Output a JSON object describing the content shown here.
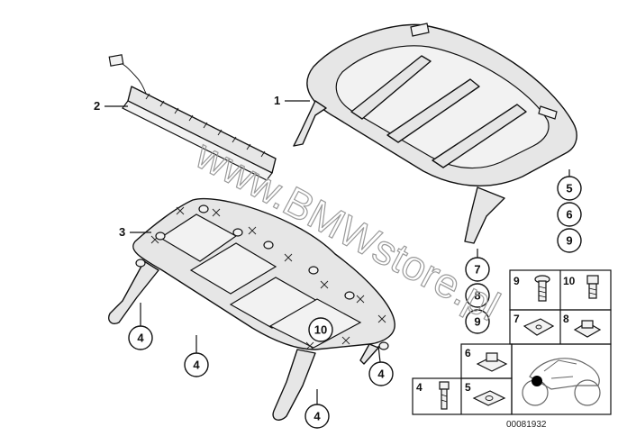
{
  "callouts": {
    "tail_rack": "1",
    "light_strip": "2",
    "base_plate": "3"
  },
  "circled": {
    "c5": "5",
    "c6": "6",
    "c9a": "9",
    "c7": "7",
    "c8": "8",
    "c9b": "9",
    "c4a": "4",
    "c4b": "4",
    "c4c": "4",
    "c4d": "4",
    "c10": "10"
  },
  "grid": {
    "g9": "9",
    "g10": "10",
    "g7": "7",
    "g8": "8",
    "g6": "6",
    "g4": "4",
    "g5": "5"
  },
  "watermark": "www.BMWstore.pl",
  "catalog_no": "00081932"
}
